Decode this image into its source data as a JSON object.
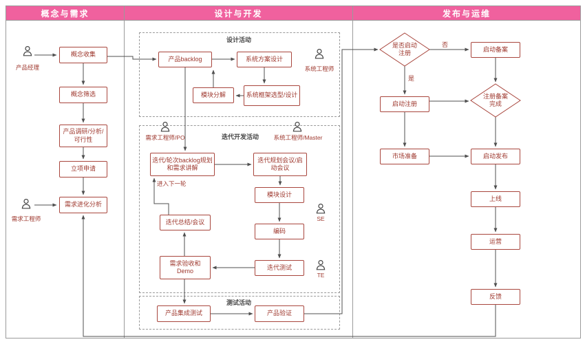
{
  "lanes": [
    {
      "title": "概念与需求"
    },
    {
      "title": "设计与开发"
    },
    {
      "title": "发布与运维"
    }
  ],
  "concept": {
    "actor_pm": "产品经理",
    "actor_re": "需求工程师",
    "collect": "概念收集",
    "screen": "概念筛选",
    "research": "产品调研/分析/可行性",
    "apply": "立项申请",
    "evolve": "需求进化分析"
  },
  "design": {
    "group_design": "设计活动",
    "backlog": "产品backlog",
    "solution": "系统方案设计",
    "decompose": "模块分解",
    "framework": "系统框架选型/设计",
    "actor_sys_engineer": "系统工程师",
    "group_iteration": "迭代开发活动",
    "actor_po": "需求工程师/PO",
    "actor_master": "系统工程师/Master",
    "iter_backlog": "迭代/轮次backlog规划和需求讲解",
    "iter_planning": "迭代规划会议/启动会议",
    "module_design": "模块设计",
    "coding": "编码",
    "iter_test": "迭代测试",
    "iter_summary": "迭代总结/会议",
    "acceptance": "需求验收和Demo",
    "next_round": "进入下一轮",
    "actor_se": "SE",
    "actor_te": "TE",
    "group_test": "测试活动",
    "integration_test": "产品集成测试",
    "verification": "产品验证"
  },
  "release": {
    "reg_decision": "是否启动注册",
    "no_label": "否",
    "yes_label": "是",
    "filing": "启动备案",
    "registration": "启动注册",
    "reg_done": "注册备案完成",
    "market": "市场准备",
    "launch": "启动发布",
    "online": "上线",
    "operation": "运营",
    "feedback": "反馈"
  },
  "colors": {
    "header_bg": "#f0619e",
    "header_text": "#ffffff",
    "node_border": "#a8453c",
    "node_text": "#9e372d",
    "connector": "#4f4f4f",
    "group_border": "#999999"
  }
}
